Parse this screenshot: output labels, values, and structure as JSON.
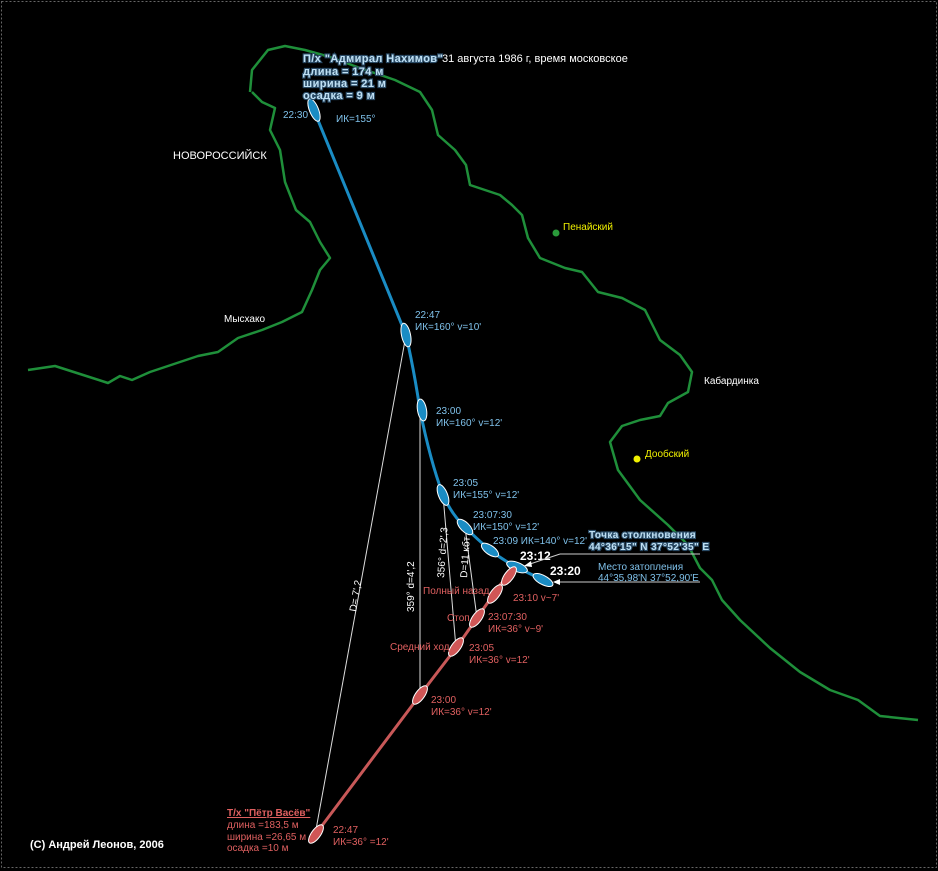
{
  "nakhimov": {
    "name": "П/х \"Адмирал Нахимов\"",
    "length": "длина = 174 м",
    "width": "ширина = 21 м",
    "draft": "осадка = 9 м",
    "positions": [
      {
        "time": "22:30",
        "info": "ИК=155°"
      },
      {
        "time": "22:47",
        "info": "ИК=160° v=10'"
      },
      {
        "time": "23:00",
        "info": "ИК=160° v=12'"
      },
      {
        "time": "23:05",
        "info": "ИК=155° v=12'"
      },
      {
        "time": "23:07:30",
        "info": "ИК=150° v=12'"
      },
      {
        "time": "23:09 ИК=140° v=12'"
      }
    ]
  },
  "date_label": "31 августа 1986 г, время московское",
  "vasev": {
    "name": "Т/х \"Пётр Васёв\"",
    "length": "длина =183,5 м",
    "width": "ширина =26,65 м",
    "draft": "осадка =10 м",
    "positions": [
      {
        "time": "22:47",
        "info": "ИК=36° =12'"
      },
      {
        "time": "23:00",
        "info": "ИК=36° v=12'"
      },
      {
        "time": "23:05",
        "info": "ИК=36° v=12'"
      },
      {
        "time": "23:07:30",
        "info": "ИК=36° v~9'"
      },
      {
        "time": "23:10 v~7'"
      }
    ],
    "commands": [
      "Средний ход",
      "Стоп",
      "Полный назад"
    ]
  },
  "collision": {
    "time": "23:12",
    "title": "Точка столкновения",
    "coords": "44°36'15\" N 37°52'35\" E"
  },
  "sinking": {
    "time": "23:20",
    "title": "Место затопления",
    "coords": "44°35,98'N 37°52,90'E"
  },
  "bearings": [
    "D= 7',2",
    "359° d=4',2",
    "356° d=2',3",
    "D=11 кбт"
  ],
  "places": {
    "novorossiysk": "НОВОРОССИЙСК",
    "myskhako": "Мысхако",
    "penaisky": "Пенайский",
    "kabardinka": "Кабардинка",
    "doobsky": "Дообский"
  },
  "colors": {
    "nakhimov": "#1a8cc4",
    "vasev": "#c85858",
    "coast": "#1f8f3a"
  },
  "copyright": "(C) Андрей Леонов, 2006"
}
